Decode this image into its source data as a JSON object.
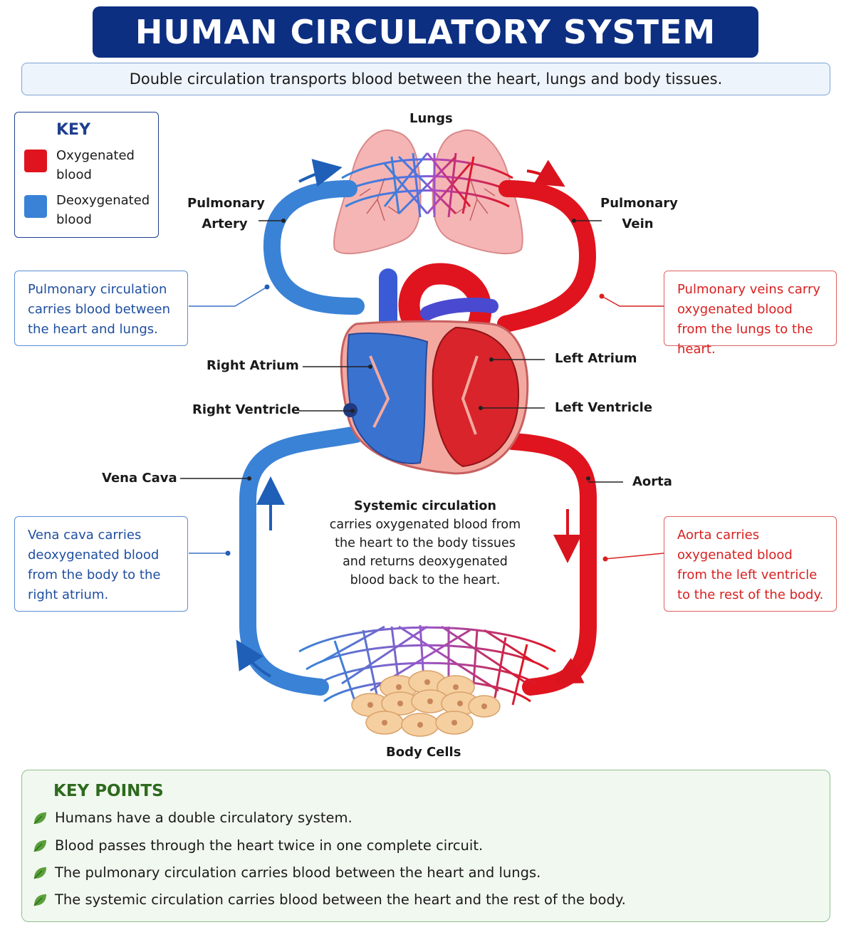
{
  "title": "HUMAN CIRCULATORY SYSTEM",
  "subtitle": "Double circulation transports blood between the heart, lungs and body tissues.",
  "key": {
    "title": "KEY",
    "items": [
      {
        "label": "Oxygenated blood",
        "color": "#e0141e"
      },
      {
        "label": "Deoxygenated blood",
        "color": "#3a82d6"
      }
    ]
  },
  "labels": {
    "lungs": "Lungs",
    "pulmonary_artery": "Pulmonary Artery",
    "pulmonary_vein": "Pulmonary Vein",
    "right_atrium": "Right Atrium",
    "left_atrium": "Left Atrium",
    "right_ventricle": "Right Ventricle",
    "left_ventricle": "Left Ventricle",
    "vena_cava": "Vena Cava",
    "aorta": "Aorta",
    "body_cells": "Body Cells"
  },
  "callouts": {
    "pulmonary_circulation": "Pulmonary circulation carries blood between the heart and lungs.",
    "pulmonary_veins": "Pulmonary veins carry oxygenated blood from the lungs to the heart.",
    "vena_cava": "Vena cava carries deoxygenated blood from the body to the right atrium.",
    "aorta": "Aorta carries oxygenated blood from the left ventricle to the rest of the body."
  },
  "systemic": {
    "heading": "Systemic circulation",
    "body": "carries oxygenated blood from the heart to the body tissues and returns deoxygenated blood back to the heart."
  },
  "key_points": {
    "title": "KEY POINTS",
    "items": [
      "Humans have a double circulatory system.",
      "Blood passes through the heart twice in one complete circuit.",
      "The pulmonary circulation carries blood between the heart and lungs.",
      "The systemic circulation carries blood between the heart and the rest of the body."
    ]
  },
  "colors": {
    "oxygenated": "#e0141e",
    "deoxygenated": "#3a82d6",
    "title_bg": "#0d2f82",
    "key_points_accent": "#2e6a1e"
  }
}
